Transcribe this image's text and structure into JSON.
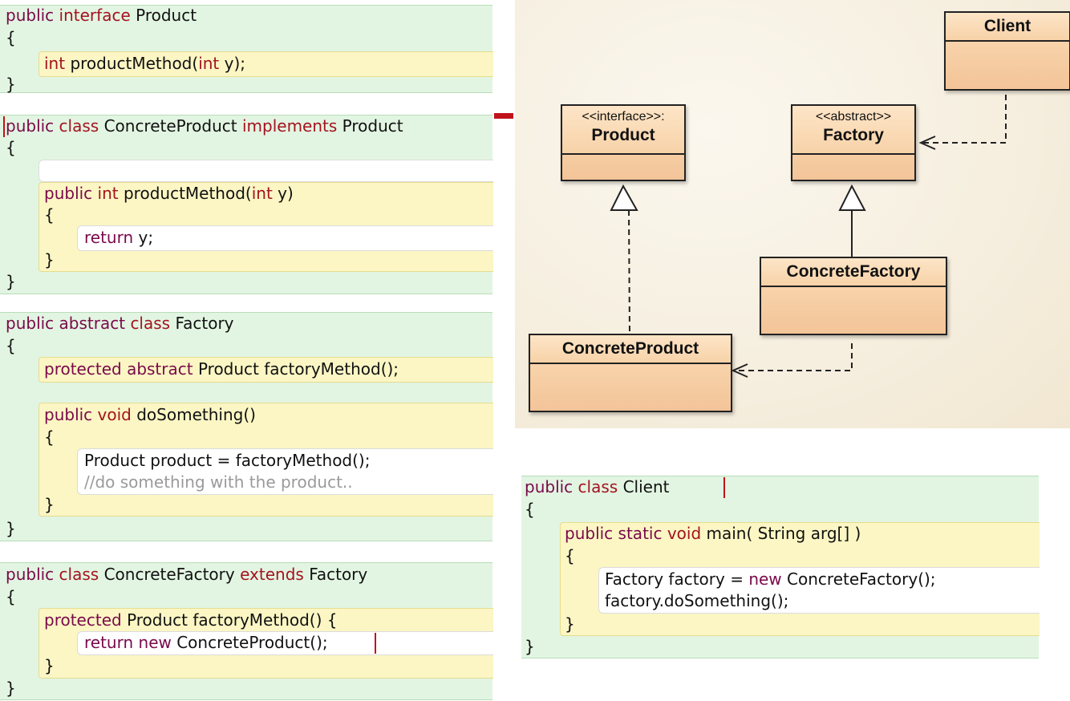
{
  "code_blocks": {
    "product_interface": {
      "l1": [
        {
          "t": "public ",
          "c": "ty"
        },
        {
          "t": "interface ",
          "c": "kw"
        },
        {
          "t": "Product",
          "c": ""
        }
      ],
      "l2": [
        {
          "t": "{",
          "c": ""
        }
      ],
      "l3": [
        {
          "t": "int ",
          "c": "kw"
        },
        {
          "t": "productMethod(",
          "c": ""
        },
        {
          "t": "int ",
          "c": "kw"
        },
        {
          "t": "y);",
          "c": ""
        }
      ],
      "l4": [
        {
          "t": "}",
          "c": ""
        }
      ]
    },
    "concrete_product": {
      "l1": [
        {
          "t": "public ",
          "c": "ty"
        },
        {
          "t": "class ",
          "c": "kw"
        },
        {
          "t": "ConcreteProduct ",
          "c": ""
        },
        {
          "t": "implements ",
          "c": "kw"
        },
        {
          "t": "Product",
          "c": ""
        }
      ],
      "l2": [
        {
          "t": "{",
          "c": ""
        }
      ],
      "l3": [
        {
          "t": "public ",
          "c": "ty"
        },
        {
          "t": "int ",
          "c": "kw"
        },
        {
          "t": "productMethod(",
          "c": ""
        },
        {
          "t": "int ",
          "c": "kw"
        },
        {
          "t": "y)",
          "c": ""
        }
      ],
      "l4": [
        {
          "t": "{",
          "c": ""
        }
      ],
      "l5": [
        {
          "t": "return ",
          "c": "ty"
        },
        {
          "t": "y;",
          "c": ""
        }
      ],
      "l6": [
        {
          "t": "}",
          "c": ""
        }
      ],
      "l7": [
        {
          "t": "}",
          "c": ""
        }
      ]
    },
    "factory": {
      "l1": [
        {
          "t": "public ",
          "c": "ty"
        },
        {
          "t": "abstract ",
          "c": "ty"
        },
        {
          "t": "class ",
          "c": "kw"
        },
        {
          "t": "Factory",
          "c": ""
        }
      ],
      "l2": [
        {
          "t": "{",
          "c": ""
        }
      ],
      "l3": [
        {
          "t": "protected ",
          "c": "ty"
        },
        {
          "t": "abstract ",
          "c": "ty"
        },
        {
          "t": "Product factoryMethod();",
          "c": ""
        }
      ],
      "l4": [
        {
          "t": "public ",
          "c": "ty"
        },
        {
          "t": "void ",
          "c": "kw"
        },
        {
          "t": "doSomething()",
          "c": ""
        }
      ],
      "l5": [
        {
          "t": "{",
          "c": ""
        }
      ],
      "l6": [
        {
          "t": "Product product = factoryMethod();",
          "c": ""
        }
      ],
      "l7": [
        {
          "t": "//do something with the product..",
          "c": "cm"
        }
      ],
      "l8": [
        {
          "t": "}",
          "c": ""
        }
      ],
      "l9": [
        {
          "t": "}",
          "c": ""
        }
      ]
    },
    "concrete_factory": {
      "l1": [
        {
          "t": "public ",
          "c": "ty"
        },
        {
          "t": "class ",
          "c": "kw"
        },
        {
          "t": "ConcreteFactory ",
          "c": ""
        },
        {
          "t": "extends ",
          "c": "kw"
        },
        {
          "t": "Factory",
          "c": ""
        }
      ],
      "l2": [
        {
          "t": "{",
          "c": ""
        }
      ],
      "l3": [
        {
          "t": "protected ",
          "c": "ty"
        },
        {
          "t": "Product factoryMethod() {",
          "c": ""
        }
      ],
      "l4": [
        {
          "t": "return ",
          "c": "ty"
        },
        {
          "t": "new ",
          "c": "ty"
        },
        {
          "t": "ConcreteProduct();",
          "c": ""
        }
      ],
      "l5": [
        {
          "t": "}",
          "c": ""
        }
      ],
      "l6": [
        {
          "t": "}",
          "c": ""
        }
      ]
    },
    "client": {
      "l1": [
        {
          "t": "public ",
          "c": "ty"
        },
        {
          "t": "class ",
          "c": "kw"
        },
        {
          "t": "Client",
          "c": ""
        }
      ],
      "l2": [
        {
          "t": "{",
          "c": ""
        }
      ],
      "l3": [
        {
          "t": "public ",
          "c": "ty"
        },
        {
          "t": "static ",
          "c": "ty"
        },
        {
          "t": "void ",
          "c": "kw"
        },
        {
          "t": "main( String arg[] )",
          "c": ""
        }
      ],
      "l4": [
        {
          "t": "{",
          "c": ""
        }
      ],
      "l5": [
        {
          "t": "Factory factory = ",
          "c": ""
        },
        {
          "t": "new ",
          "c": "ty"
        },
        {
          "t": "ConcreteFactory();",
          "c": ""
        }
      ],
      "l6": [
        {
          "t": "factory.doSomething();",
          "c": ""
        }
      ],
      "l7": [
        {
          "t": "}",
          "c": ""
        }
      ],
      "l8": [
        {
          "t": "}",
          "c": ""
        }
      ]
    }
  },
  "diagram": {
    "client": {
      "name": "Client"
    },
    "product": {
      "stereotype": "<<interface>>:",
      "name": "Product"
    },
    "factory": {
      "stereotype": "<<abstract>>",
      "name": "Factory"
    },
    "concrete_factory": {
      "name": "ConcreteFactory"
    },
    "concrete_product": {
      "name": "ConcreteProduct"
    }
  },
  "colors": {
    "keyword": "#a4131e",
    "type_modifier": "#7a0a4a",
    "comment": "#9a9a9a",
    "class_band": "#e2f5e2",
    "method_band": "#fbf6c4",
    "uml_box": "#f3c498"
  }
}
